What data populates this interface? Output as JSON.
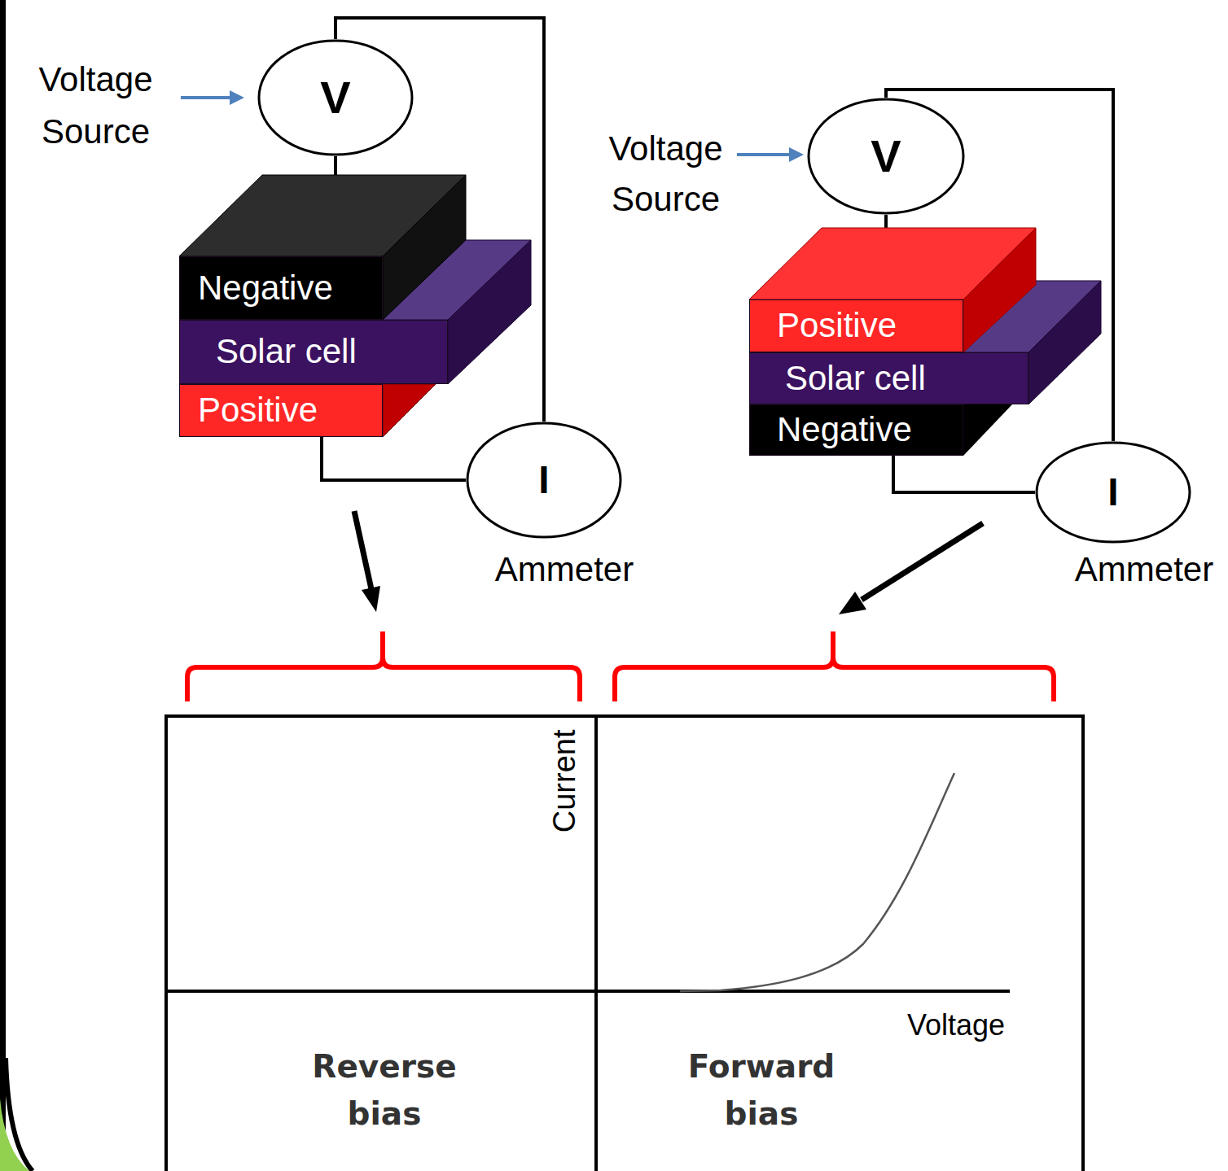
{
  "diagram": {
    "nodes": [
      {
        "text": [
          "V"
        ]
      },
      {
        "text": [
          "Negative"
        ]
      },
      {
        "text": [
          "Solar cell"
        ]
      },
      {
        "text": [
          "Positive"
        ]
      },
      {
        "text": [
          "I",
          "Ammeter"
        ]
      },
      {
        "text": [
          "V"
        ]
      },
      {
        "text": [
          "Positive"
        ]
      },
      {
        "text": [
          "Solar cell"
        ]
      },
      {
        "text": [
          "Negative"
        ]
      },
      {
        "text": [
          "I",
          "Ammeter"
        ]
      }
    ],
    "edges": [
      {
        "from": 0,
        "to": 1,
        "arrow": "none"
      },
      {
        "from": 3,
        "to": 4,
        "arrow": "none"
      },
      {
        "from": 4,
        "to": 0,
        "arrow": "none"
      },
      {
        "from": 5,
        "to": 6,
        "arrow": "none"
      },
      {
        "from": 8,
        "to": 9,
        "arrow": "none"
      },
      {
        "from": 9,
        "to": 5,
        "arrow": "none"
      }
    ],
    "labels": [
      "Voltage Source",
      "Voltage Source",
      "Current",
      "Voltage",
      "Reverse bias",
      "Forward bias"
    ]
  }
}
